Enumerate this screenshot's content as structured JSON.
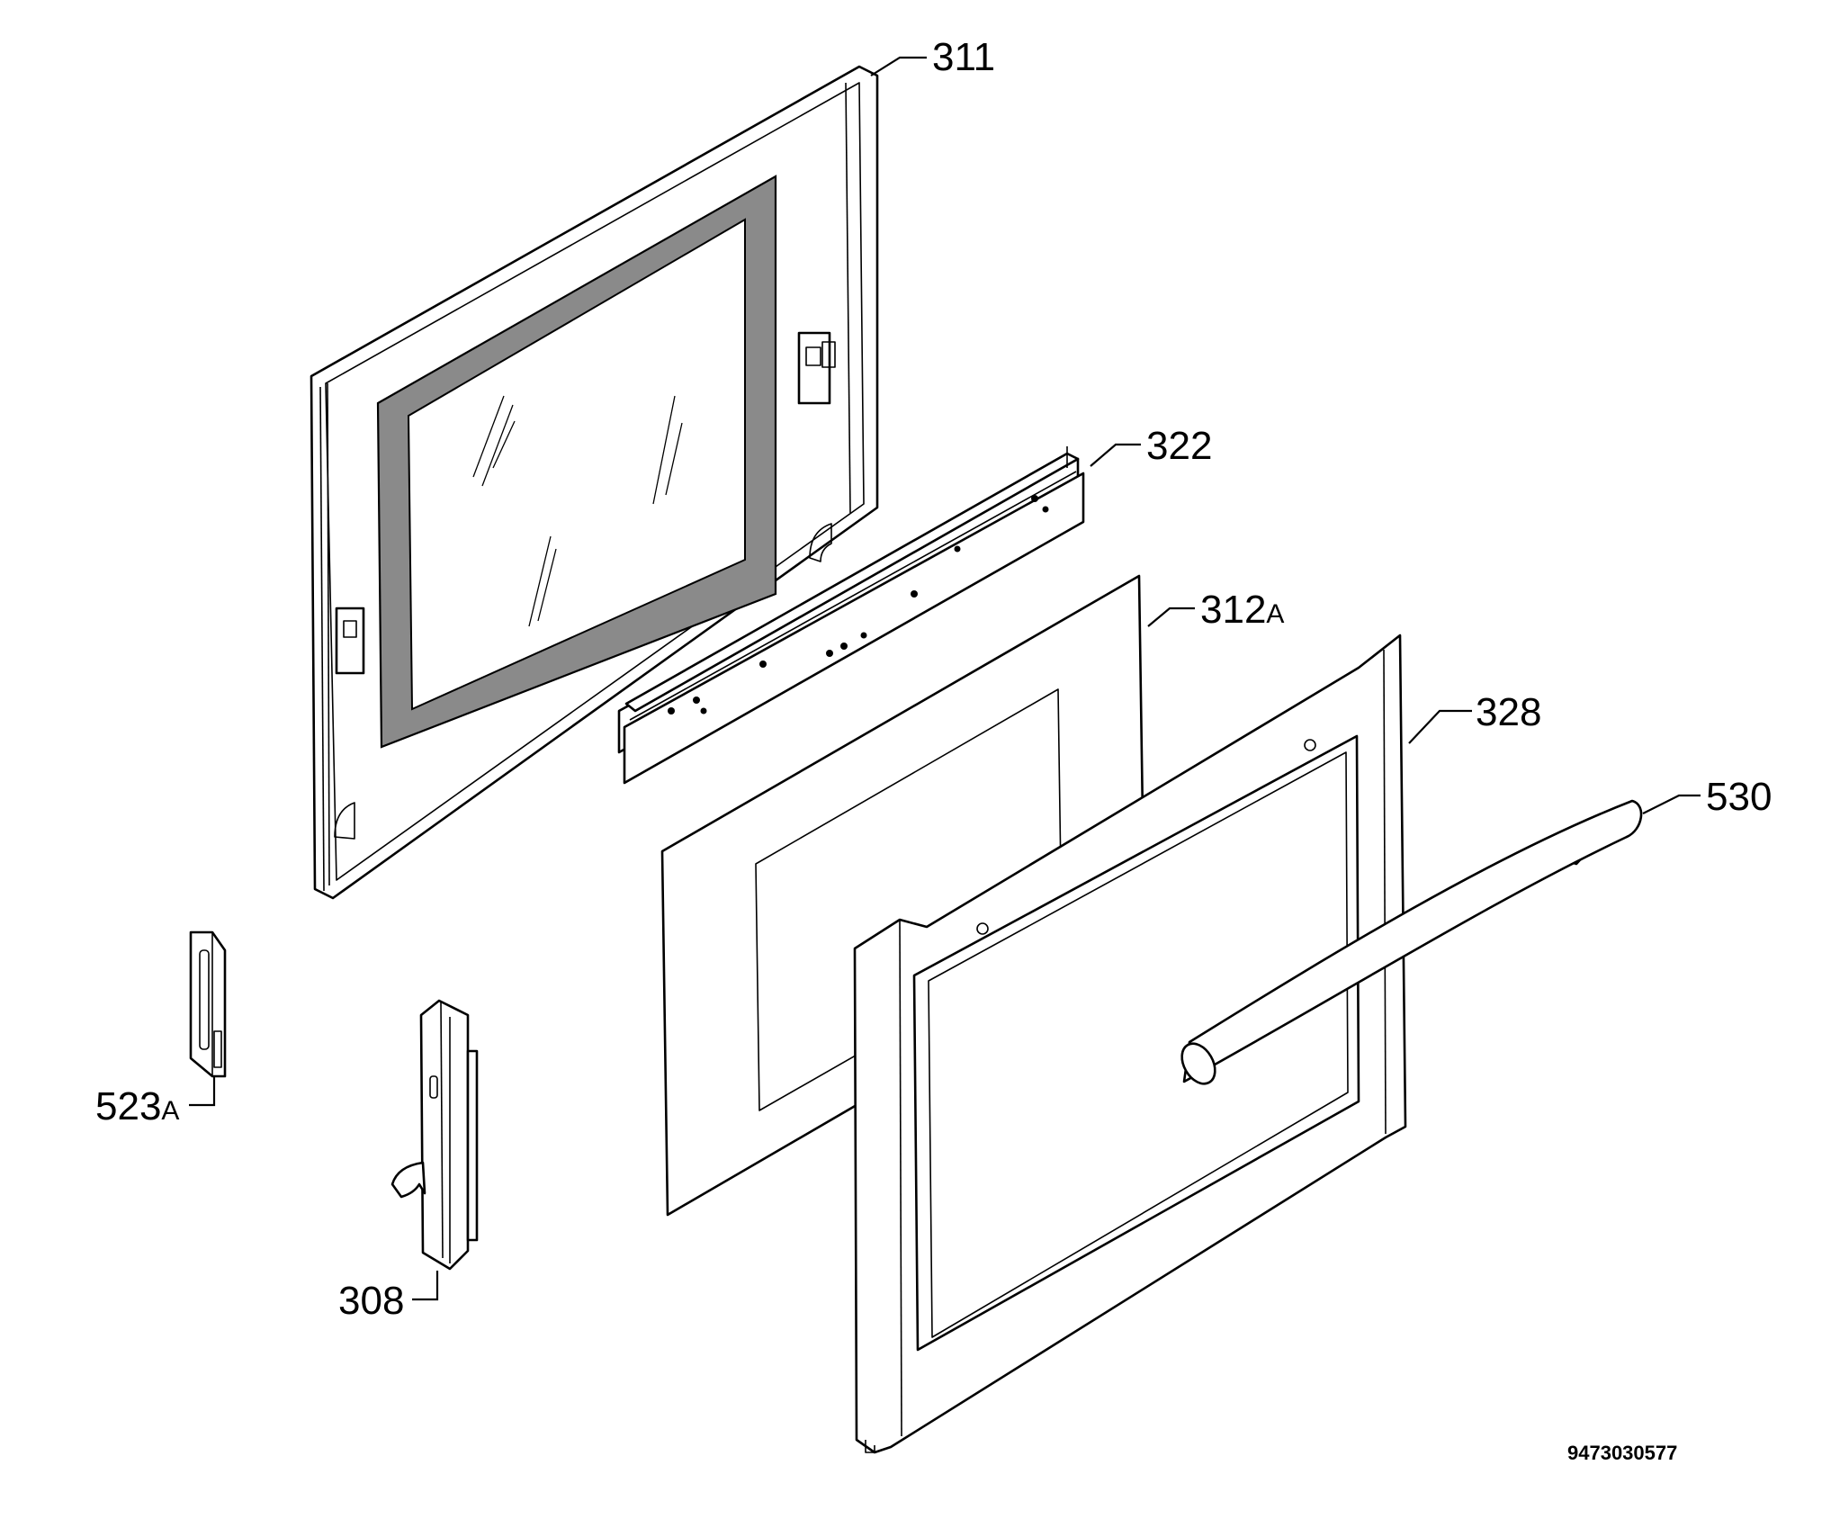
{
  "labels": {
    "inner_door": "311",
    "support_rail": "322",
    "inner_glass": "312",
    "inner_glass_suffix": "A",
    "outer_door": "328",
    "handle": "530",
    "hinge_cover": "523",
    "hinge_cover_suffix": "A",
    "hinge": "308"
  },
  "drawing_number": "9473030577"
}
